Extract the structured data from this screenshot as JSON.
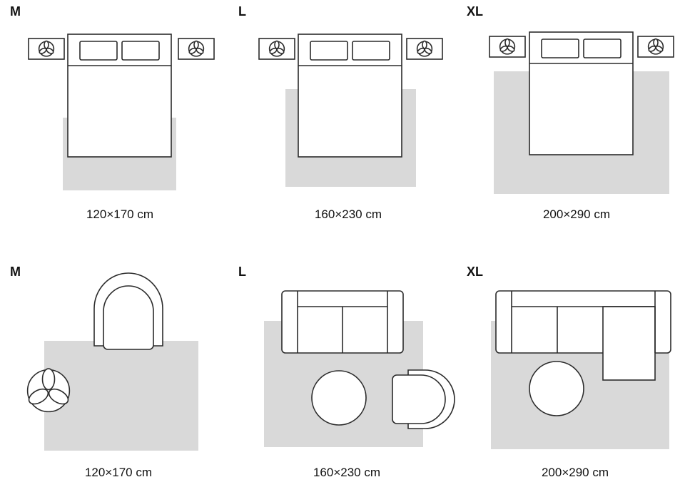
{
  "page": {
    "background": "#ffffff"
  },
  "colors": {
    "outline": "#2b2b2b",
    "rug_fill": "#d9d9d9",
    "text": "#111111"
  },
  "icons": {
    "plant_icon": "circle containing three leaves"
  },
  "rows": [
    {
      "scene": "bedroom",
      "panels": [
        {
          "size_label": "M",
          "dimensions": "120×170 cm"
        },
        {
          "size_label": "L",
          "dimensions": "160×230 cm"
        },
        {
          "size_label": "XL",
          "dimensions": "200×290 cm"
        }
      ]
    },
    {
      "scene": "living-room",
      "panels": [
        {
          "size_label": "M",
          "dimensions": "120×170 cm"
        },
        {
          "size_label": "L",
          "dimensions": "160×230 cm"
        },
        {
          "size_label": "XL",
          "dimensions": "200×290 cm"
        }
      ]
    }
  ]
}
